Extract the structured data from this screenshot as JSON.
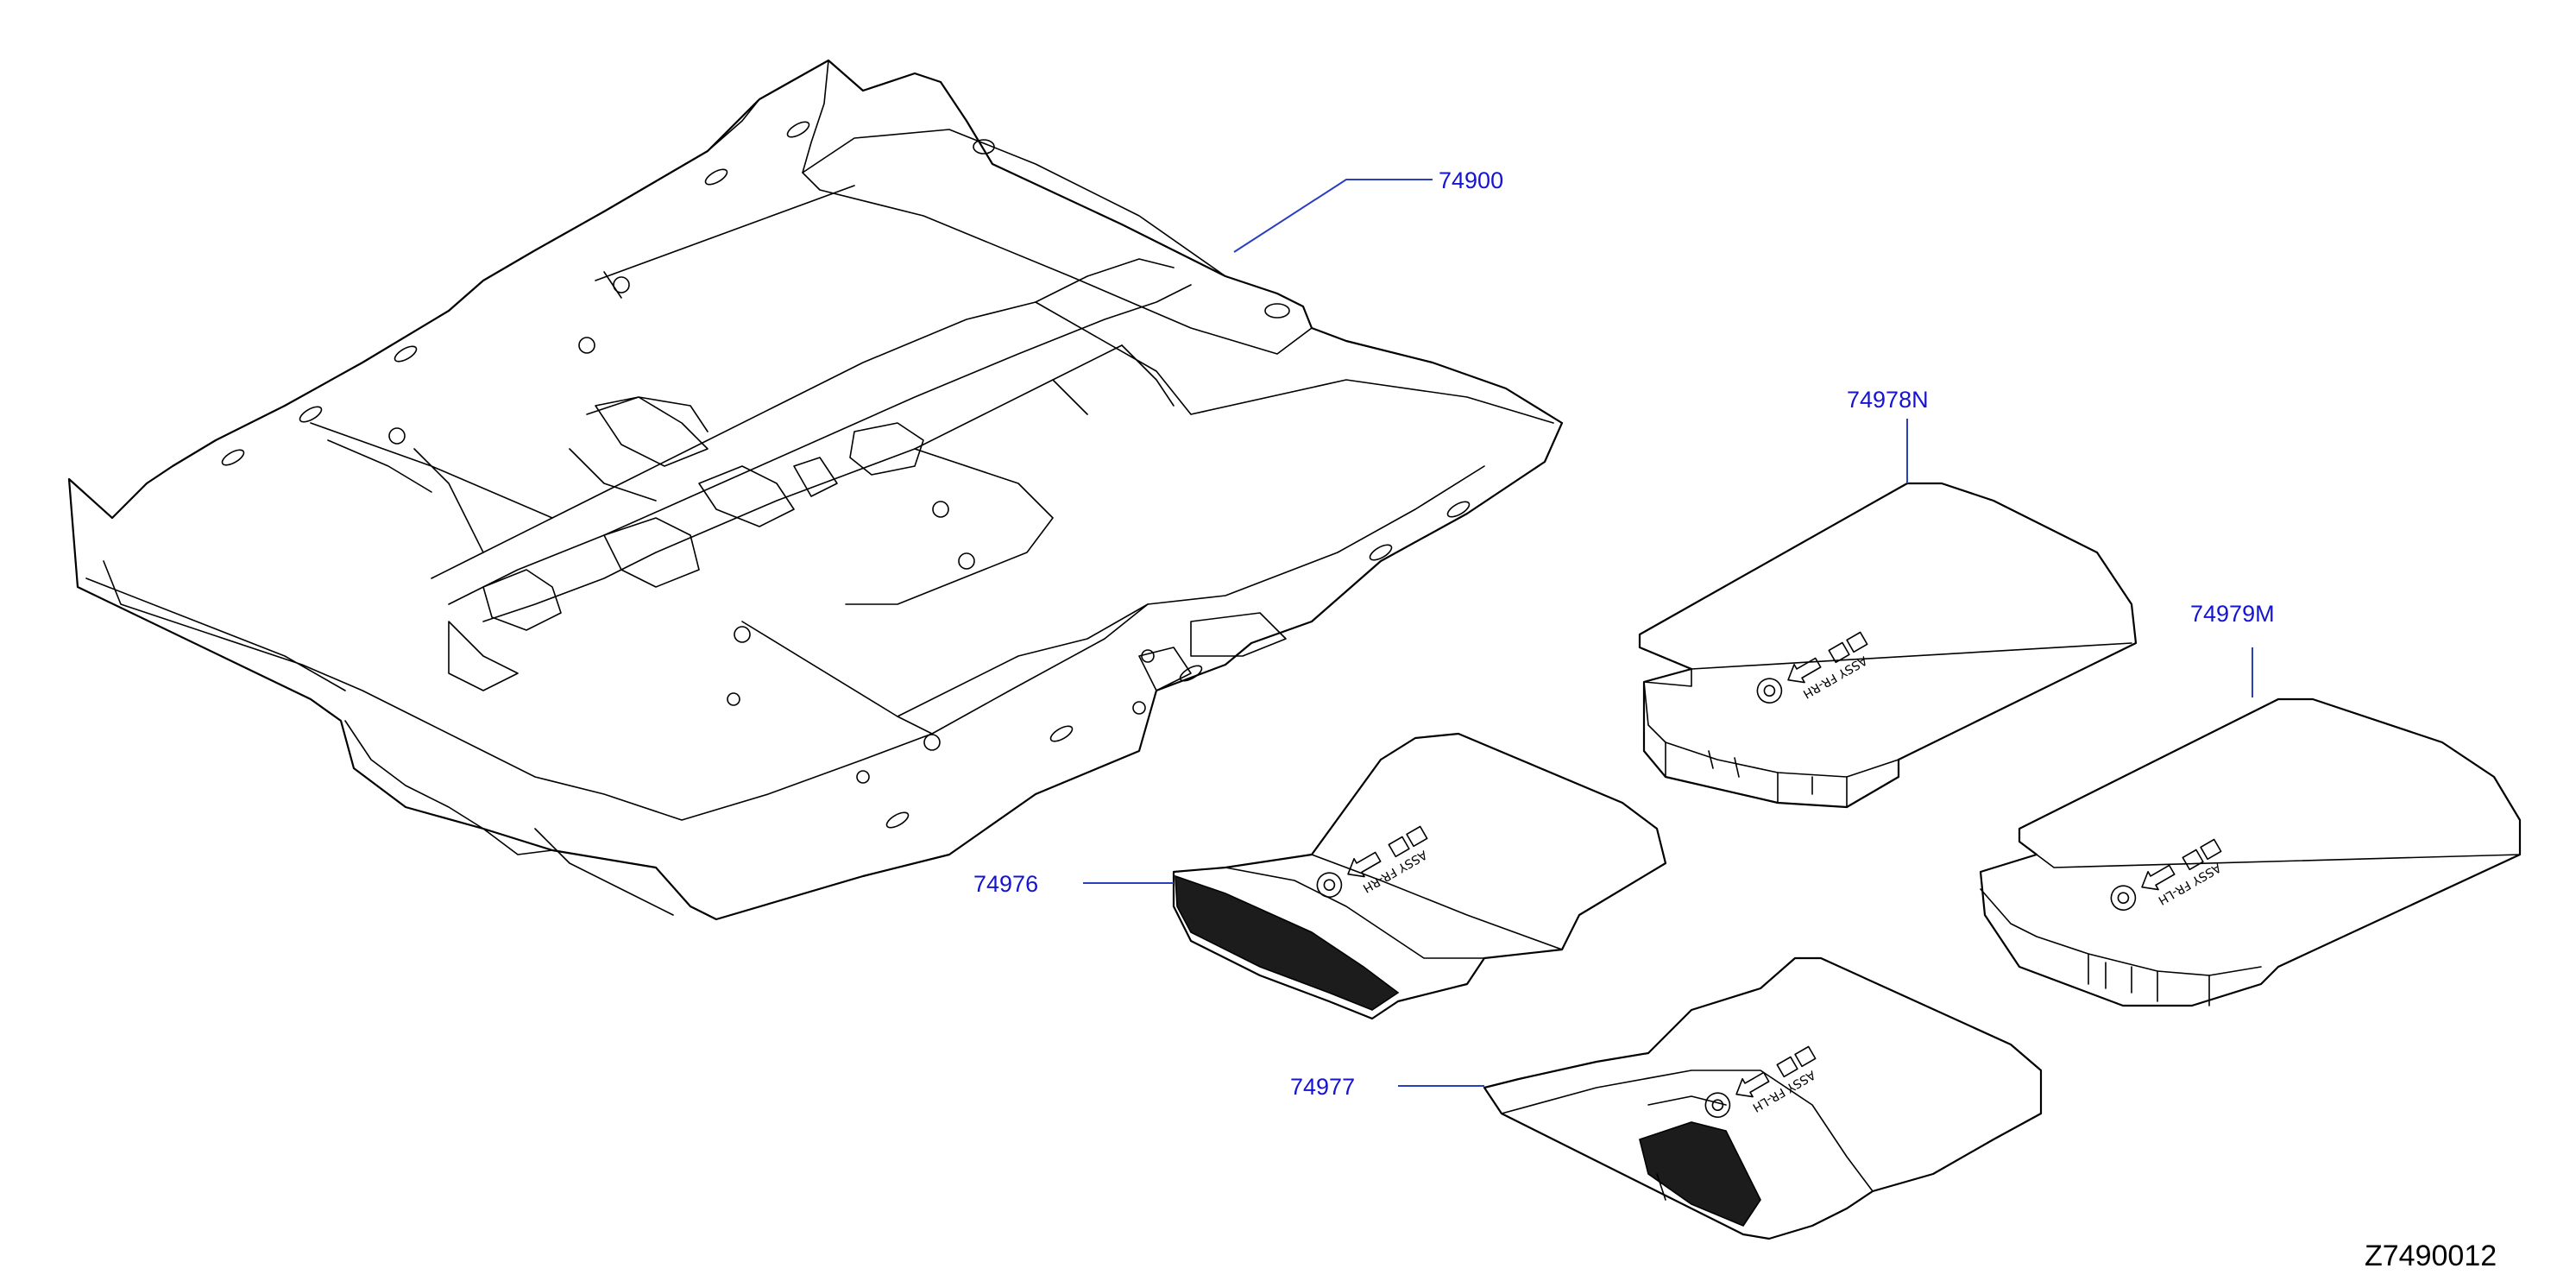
{
  "labels": {
    "floor_carpet": "74900",
    "mat_front_rh": "74976",
    "mat_front_lh": "74977",
    "mat_rear_rh": "74978N",
    "mat_rear_lh": "74979M"
  },
  "diagram_code": "Z7490012",
  "colors": {
    "label": "#1414d2",
    "leader": "#2a3fbf",
    "line": "#000000"
  }
}
